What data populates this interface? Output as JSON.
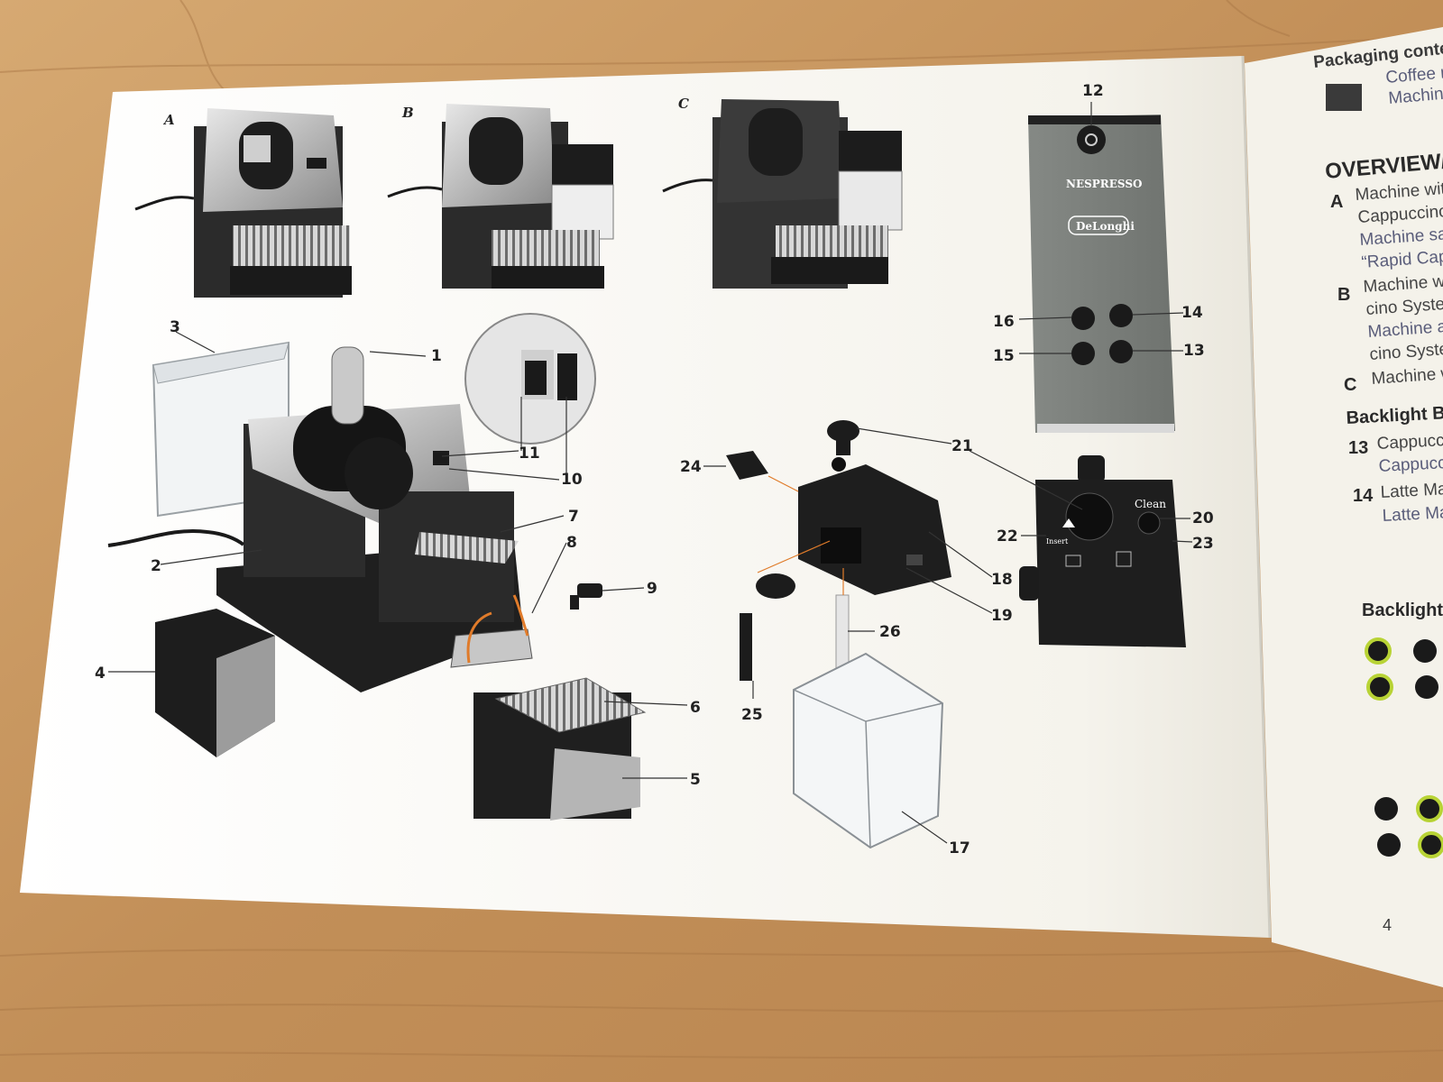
{
  "variant_labels": {
    "a": "A",
    "b": "B",
    "c": "C"
  },
  "callouts": {
    "n1": "1",
    "n2": "2",
    "n3": "3",
    "n4": "4",
    "n5": "5",
    "n6": "6",
    "n7": "7",
    "n8": "8",
    "n9": "9",
    "n10": "10",
    "n11": "11",
    "n12": "12",
    "n13": "13",
    "n14": "14",
    "n15": "15",
    "n16": "16",
    "n17": "17",
    "n18": "18",
    "n19": "19",
    "n20": "20",
    "n21": "21",
    "n22": "22",
    "n23": "23",
    "n24": "24",
    "n25": "25",
    "n26": "26"
  },
  "control_panel": {
    "brand": "NESPRESSO",
    "logo": "DeLonghi"
  },
  "frother": {
    "clean_label": "Clean",
    "insert_label": "Insert"
  },
  "right_page": {
    "packaging_title": "Packaging conte",
    "packaging_line1": "Coffee ma",
    "packaging_line2": "Machine",
    "overview_title": "OVERVIEW/",
    "a_letter": "A",
    "a_line1": "Machine with",
    "a_line2": "Cappuccino S",
    "a_line3": "Machine sans",
    "a_line4": "“Rapid Capp",
    "b_letter": "B",
    "b_line1": "Machine wit",
    "b_line2": "cino System",
    "b_line3": "Machine av",
    "b_line4": "cino Systen",
    "c_letter": "C",
    "c_line1": "Machine w",
    "backlight_title1": "Backlight Bu",
    "item13_num": "13",
    "item13_line1": "Cappuccin",
    "item13_line2": "Cappuccir",
    "item14_num": "14",
    "item14_line1": "Latte Mac",
    "item14_line2": "Latte Mac",
    "backlight_title2": "Backlight",
    "page_number": "4"
  },
  "colors": {
    "table_wood": "#c99a63",
    "paper": "#f6f4ee",
    "panel_grey": "#7b7f7a",
    "accent_orange": "#e07b2a",
    "led_green": "#b8d335"
  }
}
